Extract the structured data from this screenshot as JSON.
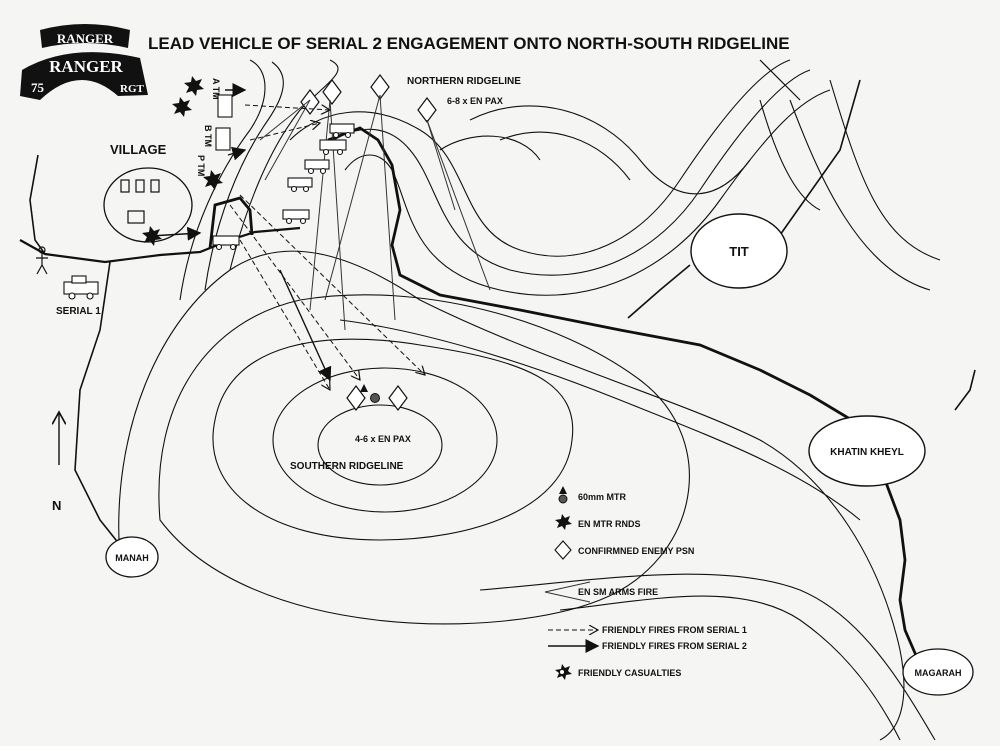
{
  "title": "LEAD VEHICLE OF SERIAL 2 ENGAGEMENT ONTO NORTH-SOUTH RIDGELINE",
  "logo": {
    "top": "RANGER",
    "middle": "RANGER",
    "left": "75",
    "right": "RGT"
  },
  "places": {
    "village": "VILLAGE",
    "tit": "TIT",
    "khatin_kheyl": "KHATIN KHEYL",
    "manah": "MANAH",
    "magarah": "MAGARAH"
  },
  "ridgelines": {
    "northern": "NORTHERN RIDGELINE",
    "northern_pax": "6-8 x EN PAX",
    "southern": "SOUTHERN RIDGELINE",
    "southern_pax": "4-6 x EN PAX"
  },
  "serial1": "SERIAL 1",
  "north": "N",
  "teams": {
    "a": "A TM",
    "b": "B TM",
    "p": "P TM"
  },
  "legend": [
    {
      "key": "mortar",
      "label": "60mm MTR"
    },
    {
      "key": "en_mtr",
      "label": "EN MTR RNDS"
    },
    {
      "key": "enemy_psn",
      "label": "CONFIRMNED ENEMY PSN"
    },
    {
      "key": "sm_arms",
      "label": "EN SM ARMS FIRE"
    },
    {
      "key": "serial1_fire",
      "label": "FRIENDLY FIRES FROM SERIAL 1"
    },
    {
      "key": "serial2_fire",
      "label": "FRIENDLY FIRES FROM SERIAL 2"
    },
    {
      "key": "casualties",
      "label": "FRIENDLY CASUALTIES"
    }
  ],
  "colors": {
    "ink": "#111111",
    "paper": "#f5f5f3"
  }
}
